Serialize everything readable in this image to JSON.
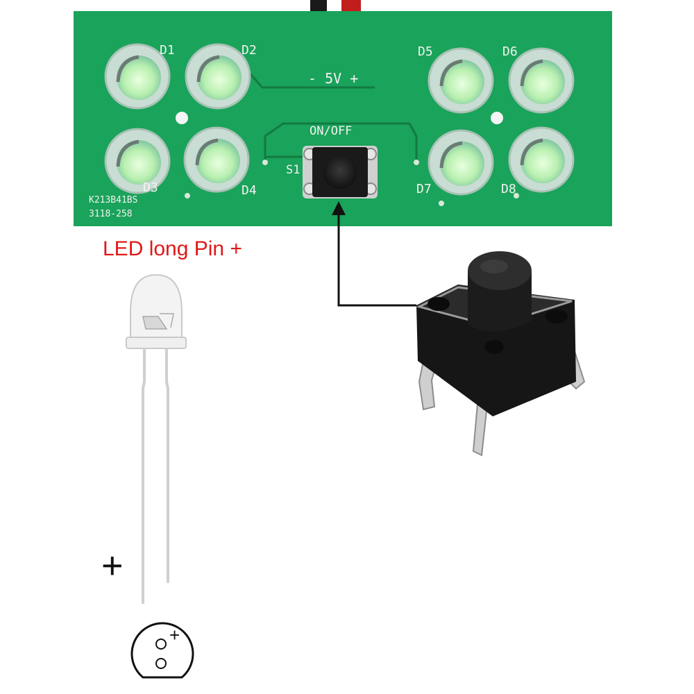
{
  "pcb": {
    "leds": [
      {
        "label": "D1"
      },
      {
        "label": "D2"
      },
      {
        "label": "D3"
      },
      {
        "label": "D4"
      },
      {
        "label": "D5"
      },
      {
        "label": "D6"
      },
      {
        "label": "D7"
      },
      {
        "label": "D8"
      }
    ],
    "power_label": "- 5V +",
    "switch_label": "ON/OFF",
    "switch_ref": "S1",
    "silkscreen_line1": "K213B41BS",
    "silkscreen_line2": "3118-258",
    "board_color": "#1aa35a",
    "trace_color": "#137a40",
    "silk_color": "#f2f2f2"
  },
  "led_caption": "LED long Pin +",
  "led_plus_sign": "+",
  "pinout_plus": "+",
  "caption_color": "#e01818"
}
